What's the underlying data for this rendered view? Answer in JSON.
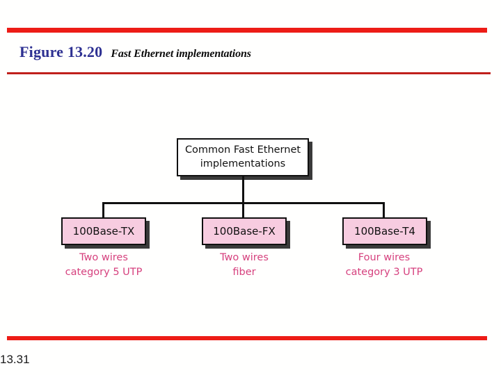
{
  "slide": {
    "figure_label": "Figure 13.20",
    "figure_caption": "Fast Ethernet implementations",
    "page_number": "13.31",
    "accent_color_thick_rule": "#ed1c16",
    "accent_color_thin_rule": "#c0201b",
    "figure_label_color": "#2e3192",
    "node_fill_root": "#ffffff",
    "node_fill_child": "#f7cce0",
    "caption_color": "#d6417e"
  },
  "diagram": {
    "type": "tree",
    "root": {
      "label": "Common Fast Ethernet\nimplementations"
    },
    "children": [
      {
        "label": "100Base-TX",
        "caption": "Two wires\ncategory 5 UTP"
      },
      {
        "label": "100Base-FX",
        "caption": "Two wires\nfiber"
      },
      {
        "label": "100Base-T4",
        "caption": "Four  wires\ncategory 3 UTP"
      }
    ]
  }
}
